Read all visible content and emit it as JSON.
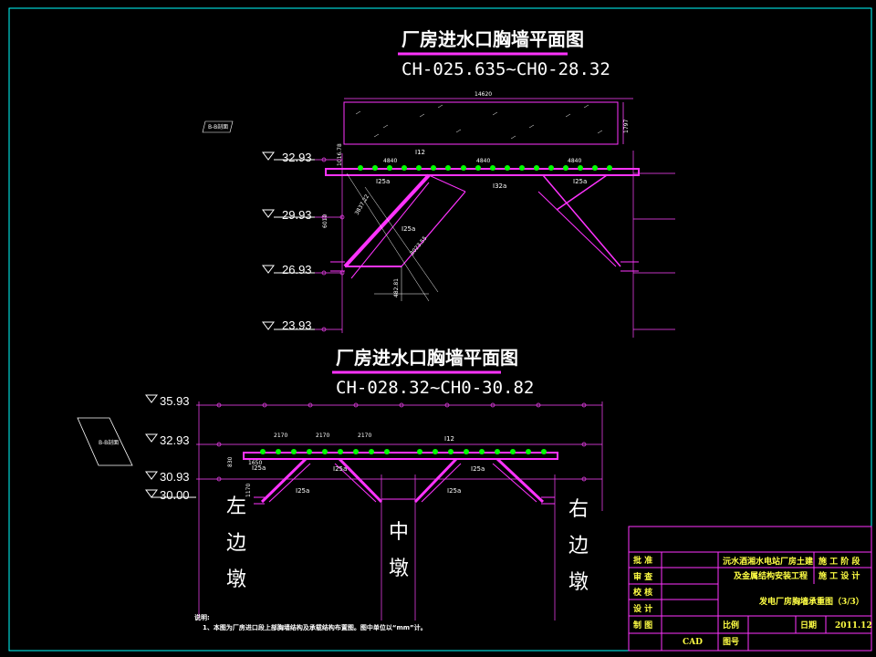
{
  "colors": {
    "background": "#000000",
    "border": "#00ffff",
    "structure": "#ff33ff",
    "rebar_dot": "#00ff00",
    "dim_lines": "#ff44ff",
    "text": "#ffffff",
    "titleblock_text": "#ffff44"
  },
  "top_plan": {
    "title": "厂房进水口胸墙平面图",
    "subtitle": "CH-025.635~CH0-28.32",
    "overall_dim": "14620",
    "right_dim": "1797",
    "left_dim": "1016.78",
    "span_dims": [
      "4840",
      "4840",
      "4840"
    ],
    "elevations": [
      "32.93",
      "29.93",
      "26.93",
      "23.93"
    ],
    "tags": [
      "I12",
      "I25a",
      "I32a",
      "I25a",
      "I25a"
    ],
    "diag_dims": [
      "3837.22",
      "3023.55",
      "6010",
      "482.81"
    ],
    "section_tag": "B-B剖面"
  },
  "bottom_plan": {
    "title": "厂房进水口胸墙平面图",
    "subtitle": "CH-028.32~CH0-30.82",
    "elevations": [
      "35.93",
      "32.93",
      "30.93",
      "30.00"
    ],
    "span_dims": [
      "2170",
      "2170",
      "2170"
    ],
    "left_dims": [
      "830",
      "1650",
      "1170"
    ],
    "tags": [
      "I12",
      "I25a",
      "I25a",
      "I25a",
      "I25a",
      "I25a"
    ],
    "pier_left": [
      "左",
      "边",
      "墩"
    ],
    "pier_mid": [
      "中",
      "墩"
    ],
    "pier_right": [
      "右",
      "边",
      "墩"
    ],
    "section_tag": "B-B剖面"
  },
  "notes": {
    "heading": "说明:",
    "line1": "1、本图为厂房进口段上部胸墙结构及承载结构布置图。图中单位以“mm”计。"
  },
  "title_block": {
    "approve": "批 准",
    "review": "审 查",
    "check": "校 核",
    "design": "设 计",
    "draw": "制 图",
    "draw_value": "CAD",
    "project_1": "沅水酒湘水电站厂房土建",
    "project_2": "及金属结构安装工程",
    "stage_1": "施 工 阶 段",
    "stage_2": "施 工 设 计",
    "drawing_name": "发电厂房胸墙承重图（3/3）",
    "scale_label": "比例",
    "date_label": "日期",
    "date_value": "2011.12",
    "drawing_no_label": "图号"
  }
}
